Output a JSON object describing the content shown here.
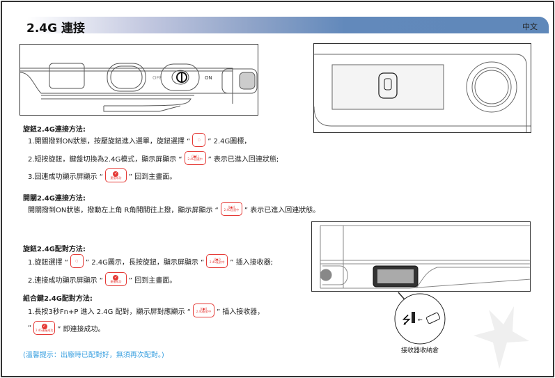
{
  "header": {
    "title": "2.4G 連接",
    "language": "中文"
  },
  "figures": {
    "switch_off": "OFF",
    "switch_on": "ON",
    "receiver_caption": "接收器收納倉"
  },
  "badges": {
    "reconnecting": "2.4G回連中",
    "connected": "連接成功",
    "pairing": "2.4G配對中",
    "connected_24g": "2.4G連接成功"
  },
  "sections": [
    {
      "title": "旋鈕2.4G連接方法:",
      "lines": [
        {
          "pre": "1.開關撥到ON狀態，按壓旋鈕進入選單，旋鈕選擇 “",
          "post": "” 2.4G圖標，"
        },
        {
          "pre": "2.短按旋鈕，鍵盤切換為2.4G模式，顯示屏顯示 “",
          "post": "” 表示已進入回連狀態;"
        },
        {
          "pre": "3.回連成功顯示屏顯示 “",
          "post": "” 回到主畫面。"
        }
      ]
    },
    {
      "title": "開關2.4G連接方法:",
      "lines": [
        {
          "pre": "開關撥到ON狀態，撥動左上角 R角開關往上撥，顯示屏顯示 “",
          "post": "” 表示已進入回連狀態。"
        }
      ]
    },
    {
      "title": "旋鈕2.4G配對方法:",
      "lines": [
        {
          "pre": "1.旋鈕選擇 “",
          "mid": "” 2.4G圖示，長按旋鈕，顯示屏顯示 “",
          "post": "” 插入接收器;"
        },
        {
          "pre": "2.連接成功顯示屏顯示 “",
          "post": "” 回到主畫面。"
        }
      ]
    },
    {
      "title": "組合鍵2.4G配對方法:",
      "lines": [
        {
          "pre": "1.長按3秒Fn+P 進入 2.4G 配對，顯示屏對應顯示 “",
          "post": "” 插入接收器，"
        },
        {
          "pre": "“",
          "post": "” 即連接成功。"
        }
      ]
    }
  ],
  "note": "(溫馨提示：出廠時已配對好，無須再次配對。)"
}
